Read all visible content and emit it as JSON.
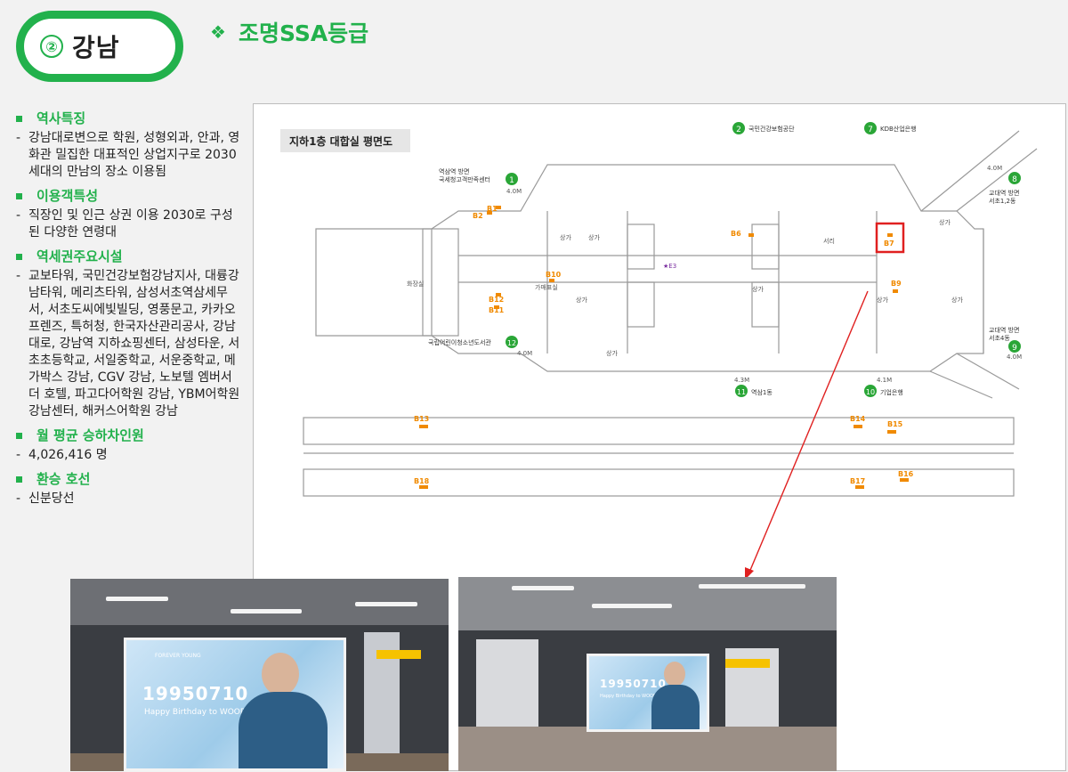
{
  "station": {
    "number": "②",
    "name": "강남"
  },
  "grade_title": {
    "symbol": "❖",
    "text": "조명SSA등급"
  },
  "info_sections": [
    {
      "heading": "역사특징",
      "body": "강남대로변으로 학원, 성형외과, 안과, 영화관 밀집한 대표적인 상업지구로 2030세대의 만남의 장소 이용됨"
    },
    {
      "heading": "이용객특성",
      "body": "직장인 및 인근 상권 이용 2030로 구성된 다양한 연령대"
    },
    {
      "heading": "역세권주요시설",
      "body": "교보타워, 국민건강보험강남지사, 대륭강남타워, 메리츠타워, 삼성서초역삼세무서, 서초도씨에빛빌딩, 영풍문고, 카카오프렌즈, 특허청, 한국자산관리공사, 강남대로, 강남역 지하쇼핑센터, 삼성타운, 서초초등학교, 서일중학교, 서운중학교, 메가박스 강남, CGV 강남, 노보텔 엠버서더 호텔, 파고다어학원 강남, YBM어학원강남센터, 해커스어학원 강남"
    },
    {
      "heading": "월 평균 승하차인원",
      "body": "4,026,416 명"
    },
    {
      "heading": "환승 호선",
      "body": "신분당선"
    }
  ],
  "map": {
    "title": "지하1층 대합실 평면도",
    "exits": [
      {
        "num": "1",
        "label": "역삼역 방면\n국세청고객만족센터"
      },
      {
        "num": "2",
        "label": "국민건강보험공단"
      },
      {
        "num": "7",
        "label": "KDB산업은행"
      },
      {
        "num": "8",
        "label": "교대역 방면\n서초1,2동"
      },
      {
        "num": "9",
        "label": "교대역 방면\n서초4동"
      },
      {
        "num": "10",
        "label": "기업은행"
      },
      {
        "num": "11",
        "label": "역삼1동"
      },
      {
        "num": "12",
        "label": "국립어린이청소년도서관"
      }
    ],
    "boards": [
      "B1",
      "B2",
      "B6",
      "B7",
      "B9",
      "B10",
      "B11",
      "B12",
      "B13",
      "B14",
      "B15",
      "B16",
      "B17",
      "B18"
    ],
    "other_labels": {
      "e3": "★E3",
      "shop": "상가",
      "shop2": "상가",
      "shop3": "상가",
      "shop4": "상가",
      "shop5": "상가",
      "shop6": "상가",
      "shop7": "상가",
      "shop8": "상가",
      "toilet": "화장실",
      "fare": "가매표실",
      "plaza": "서리",
      "h1": "4.0M",
      "h2": "4.0M",
      "h3": "4.0M",
      "h4": "4.0M",
      "h5": "4.3M",
      "h6": "4.1M"
    },
    "highlight": "B7",
    "highlight_color": "#e02020",
    "board_color": "#f08a00",
    "exit_color": "#2aa637"
  },
  "photos": {
    "date_text": "19950710",
    "sub_text": "Happy Birthday to WOORIM",
    "small_text": "FOREVER YOUNG"
  }
}
